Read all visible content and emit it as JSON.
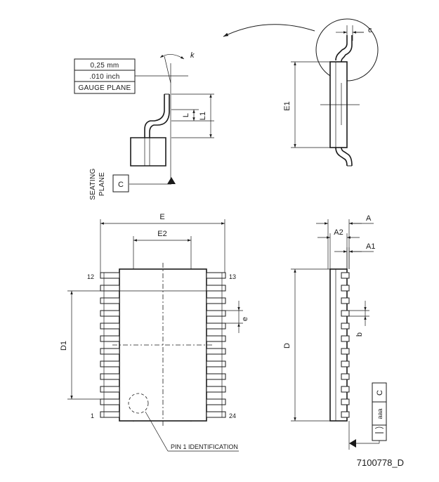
{
  "gauge_box": {
    "line1": "0,25  mm",
    "line2": ".010  inch",
    "line3": "GAUGE  PLANE"
  },
  "labels": {
    "k": "k",
    "L": "L",
    "L1": "L1",
    "c": "c",
    "E1": "E1",
    "E": "E",
    "E2": "E2",
    "A": "A",
    "A2": "A2",
    "A1": "A1",
    "D1": "D1",
    "D": "D",
    "e": "e",
    "b": "b",
    "pin12": "12",
    "pin13": "13",
    "pin1": "1",
    "pin24": "24",
    "datum_c": "C",
    "datum_c2": "C",
    "aaa": "aaa"
  },
  "seating_plane": {
    "line1": "SEATING",
    "line2": "PLANE"
  },
  "pin1_identification": "PIN  1  IDENTIFICATION",
  "drawing_code": "7100778_D"
}
